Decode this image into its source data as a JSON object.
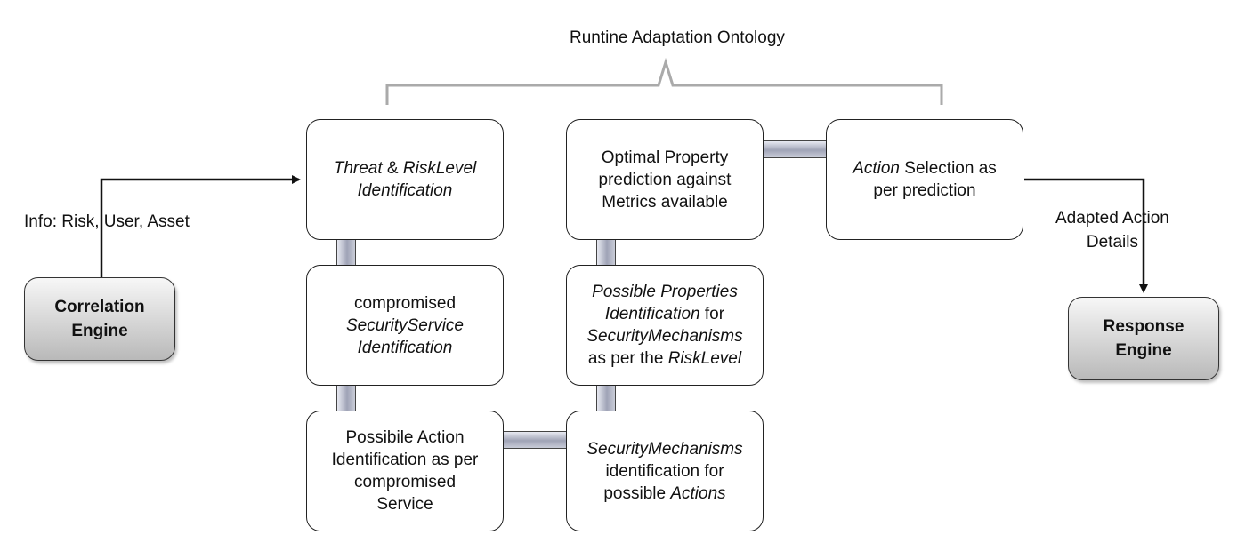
{
  "title": "Runtine Adaptation Ontology",
  "input_label": "Info: Risk, User, Asset",
  "output_label": [
    "Adapted Action",
    "Details"
  ],
  "engines": {
    "correlation": [
      "Correlation",
      "Engine"
    ],
    "response": [
      "Response",
      "Engine"
    ]
  },
  "boxes": {
    "threat": [
      [
        "Threat",
        "i"
      ],
      [
        " & ",
        "n"
      ],
      [
        "RiskLevel",
        "i"
      ],
      [
        "\n",
        "n"
      ],
      [
        "Identification",
        "i"
      ]
    ],
    "compromised": [
      [
        "compromised",
        "n"
      ],
      [
        "\n",
        "n"
      ],
      [
        "SecurityService",
        "i"
      ],
      [
        "\n",
        "n"
      ],
      [
        "Identification",
        "i"
      ]
    ],
    "possible_action": [
      [
        "Possibile Action",
        "n"
      ],
      [
        "\n",
        "n"
      ],
      [
        "Identification as per",
        "n"
      ],
      [
        "\n",
        "n"
      ],
      [
        "compromised",
        "n"
      ],
      [
        "\n",
        "n"
      ],
      [
        "Service",
        "n"
      ]
    ],
    "mechanisms": [
      [
        "SecurityMechanisms",
        "i"
      ],
      [
        "\n",
        "n"
      ],
      [
        "identification for",
        "n"
      ],
      [
        "\n",
        "n"
      ],
      [
        "possible ",
        "n"
      ],
      [
        "Actions",
        "i"
      ]
    ],
    "properties": [
      [
        "Possible Properties",
        "i"
      ],
      [
        "\n",
        "n"
      ],
      [
        "Identification",
        "i"
      ],
      [
        " for",
        "n"
      ],
      [
        "\n",
        "n"
      ],
      [
        "SecurityMechanisms",
        "i"
      ],
      [
        "\n",
        "n"
      ],
      [
        "as per the ",
        "n"
      ],
      [
        "RiskLevel",
        "i"
      ]
    ],
    "optimal": [
      [
        "Optimal Property",
        "n"
      ],
      [
        "\n",
        "n"
      ],
      [
        "prediction against",
        "n"
      ],
      [
        "\n",
        "n"
      ],
      [
        "Metrics available",
        "n"
      ]
    ],
    "action_selection": [
      [
        "Action",
        "i"
      ],
      [
        " Selection as",
        "n"
      ],
      [
        "\n",
        "n"
      ],
      [
        "per prediction",
        "n"
      ]
    ]
  }
}
